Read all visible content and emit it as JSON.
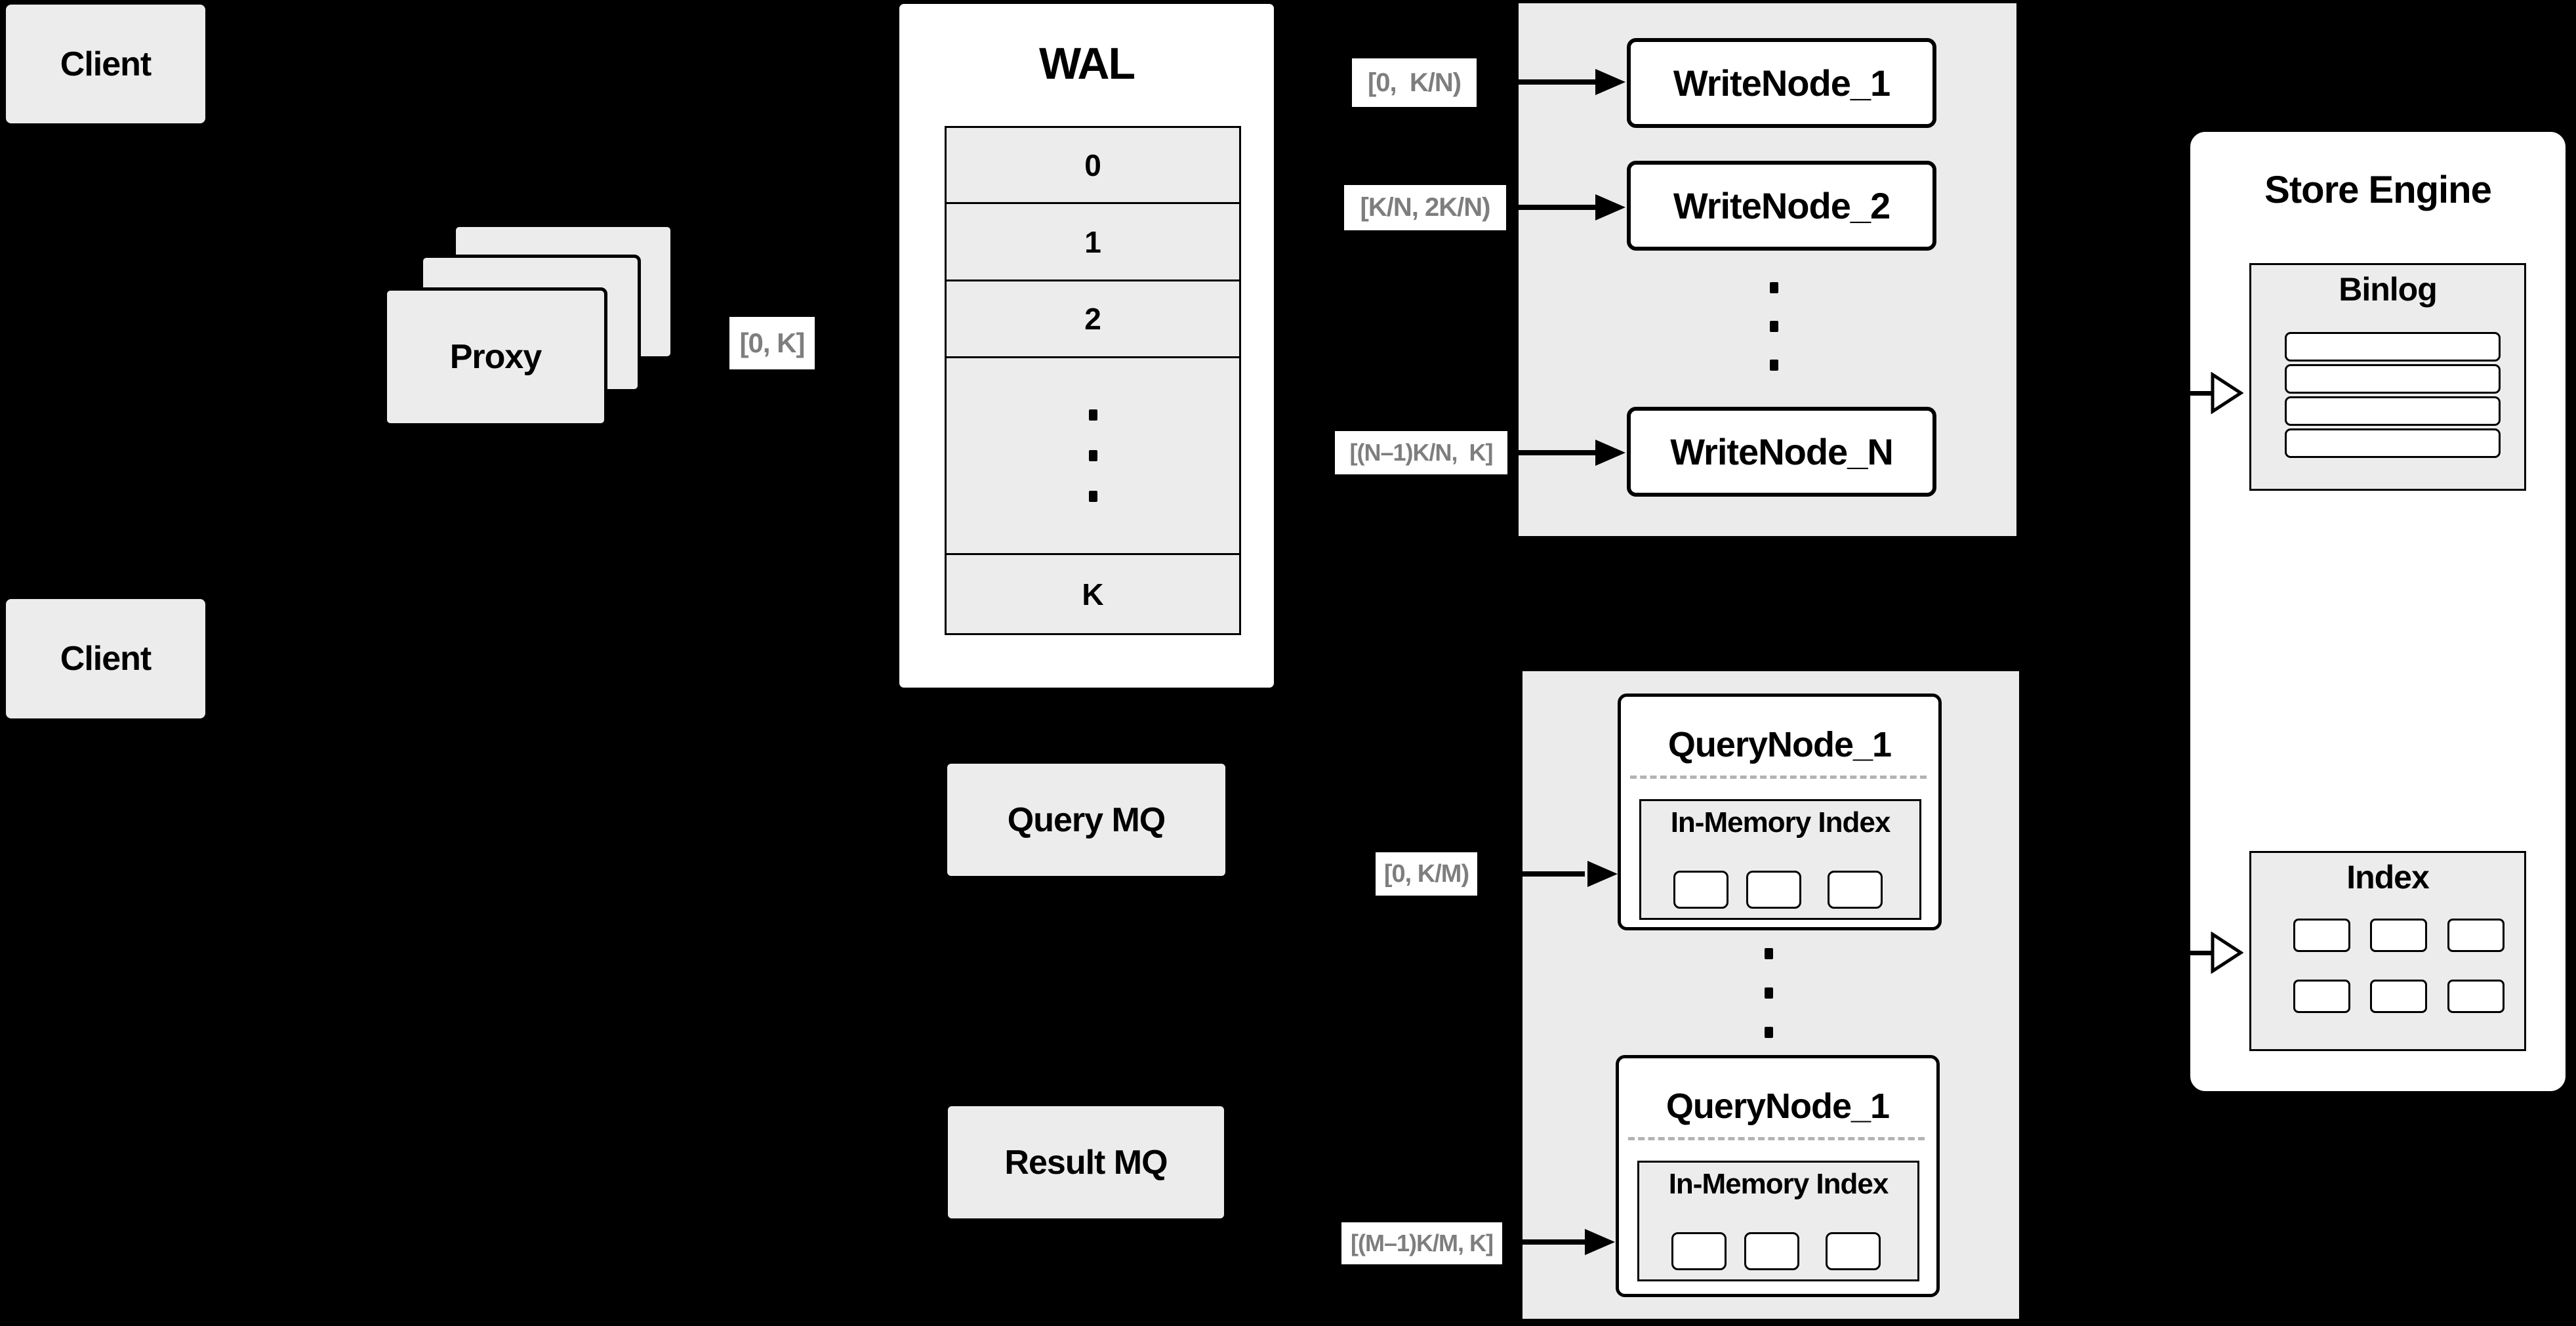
{
  "colors": {
    "background": "#000000",
    "panel_gray": "#ebebeb",
    "node_gray": "#ececec",
    "node_white": "#ffffff",
    "border_black": "#000000",
    "range_label_text": "#7e7e7e",
    "dashed_separator": "#b3b3b3"
  },
  "client_top": {
    "label": "Client"
  },
  "client_bottom": {
    "label": "Client"
  },
  "proxy": {
    "label": "Proxy"
  },
  "wal": {
    "title": "WAL",
    "segments": [
      "0",
      "1",
      "2"
    ],
    "last_segment": "K"
  },
  "edge_labels": {
    "proxy_out": "[0, K]",
    "writenode_1_in": "[0,  K/N)",
    "writenode_2_in": "[K/N, 2K/N)",
    "writenode_n_in": "[(N–1)K/N,  K]",
    "querynode_1_in": "[0, K/M)",
    "querynode_m_in": "[(M–1)K/M, K]"
  },
  "write_group": {
    "nodes": [
      "WriteNode_1",
      "WriteNode_2",
      "WriteNode_N"
    ]
  },
  "query_group": {
    "nodes": [
      {
        "title": "QueryNode_1",
        "subtitle": "In-Memory Index"
      },
      {
        "title": "QueryNode_1",
        "subtitle": "In-Memory Index"
      }
    ]
  },
  "queues": {
    "query_mq": "Query MQ",
    "result_mq": "Result MQ"
  },
  "store_engine": {
    "title": "Store Engine",
    "binlog_title": "Binlog",
    "index_title": "Index"
  }
}
